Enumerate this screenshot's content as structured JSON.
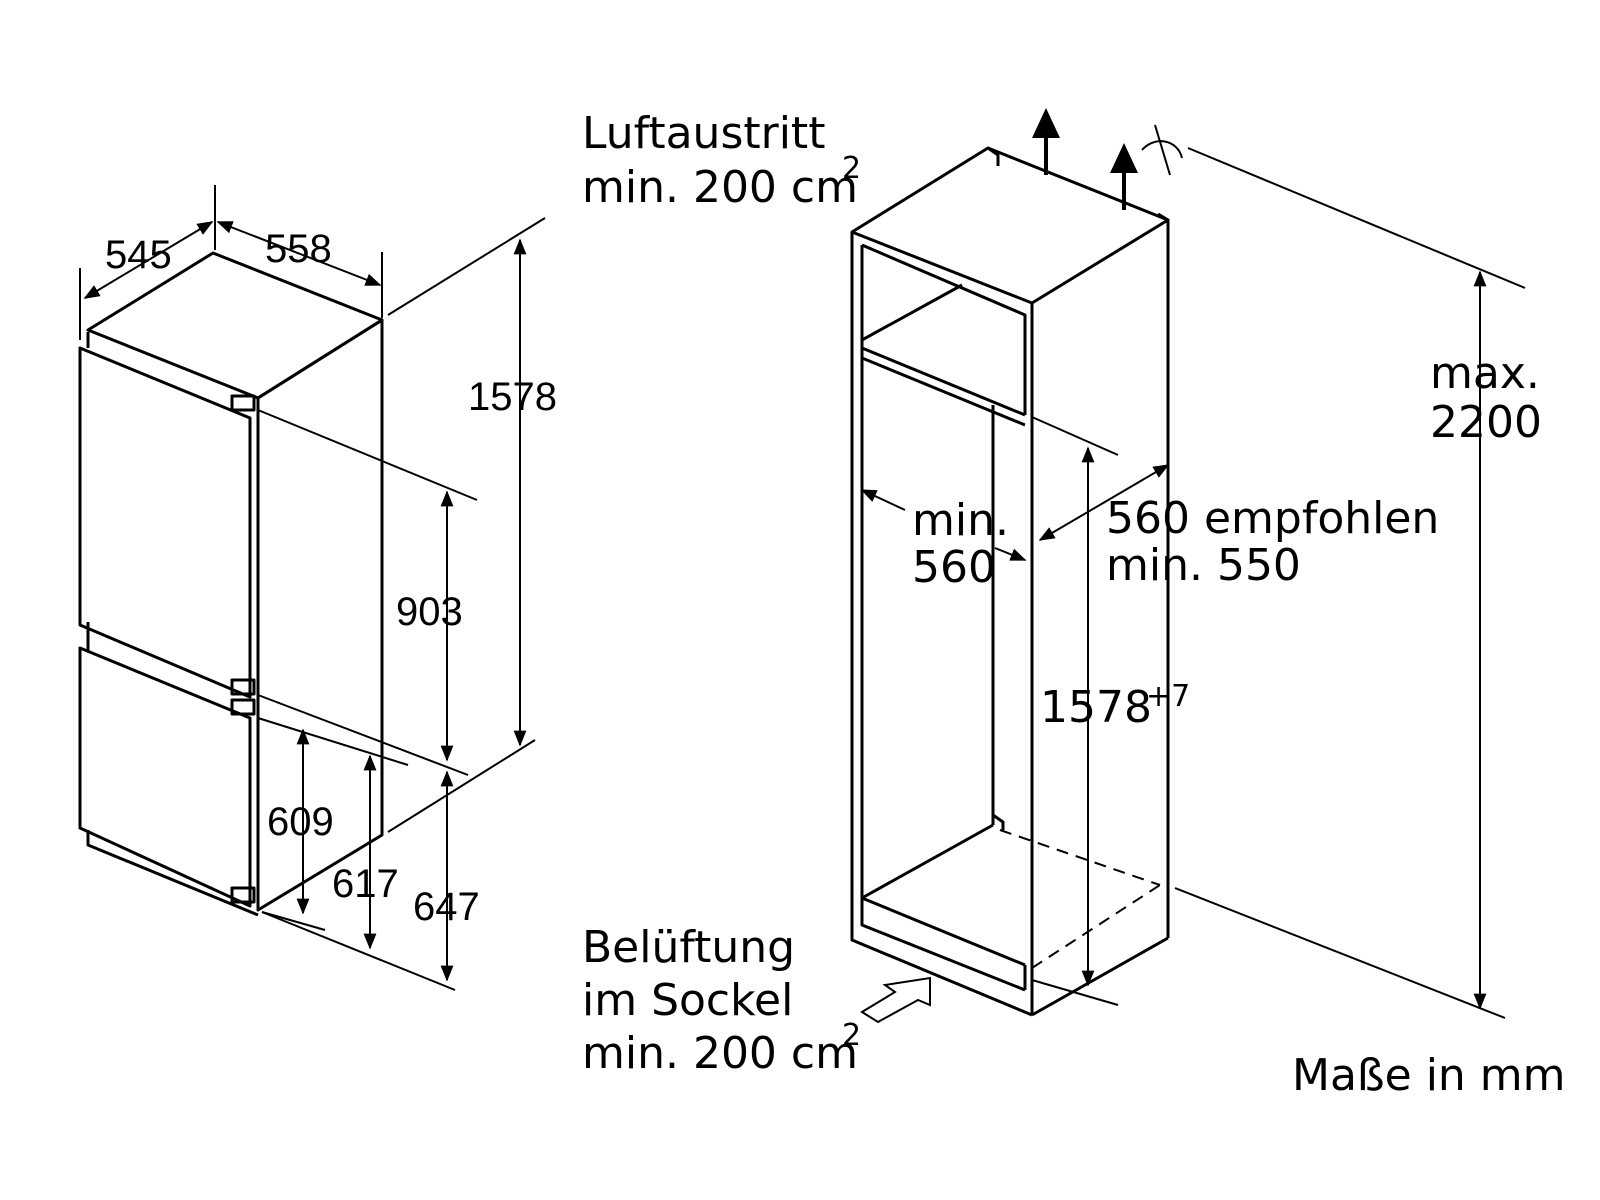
{
  "dimensions": {
    "depth": "545",
    "width": "558",
    "height": "1578",
    "upper": "903",
    "lower_a": "609",
    "lower_b": "617",
    "lower_c": "647"
  },
  "niche": {
    "min_label": "min.",
    "min_value": "560",
    "depth_recommended": "560 empfohlen",
    "depth_min": "min. 550",
    "height_value": "1578",
    "height_tolerance": "+7",
    "max_label": "max.",
    "max_value": "2200"
  },
  "air_outlet": {
    "line1": "Luftaustritt",
    "line2": "min. 200 cm",
    "sup": "2"
  },
  "ventilation": {
    "line1": "Belüftung",
    "line2": "im Sockel",
    "line3": "min. 200 cm",
    "sup": "2"
  },
  "units_note": "Maße in mm"
}
